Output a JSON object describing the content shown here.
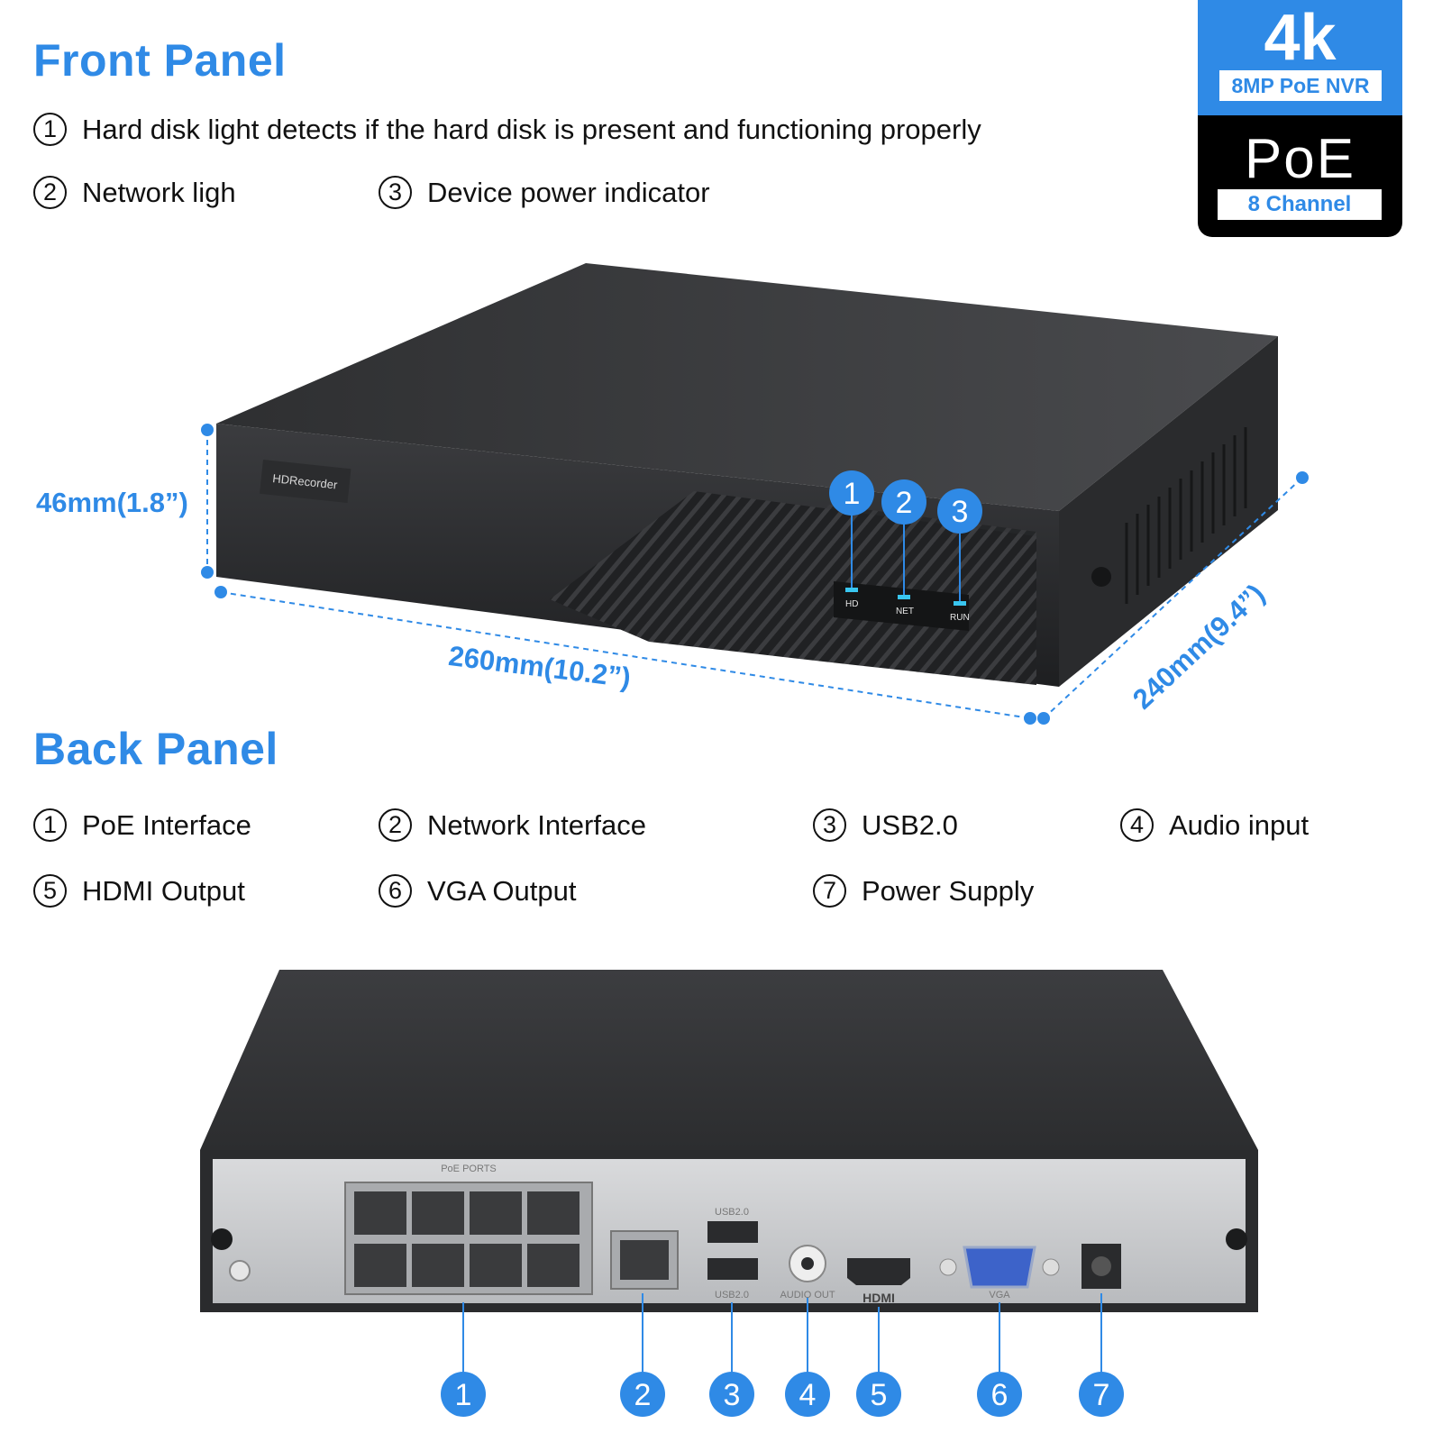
{
  "front_panel": {
    "title": "Front Panel",
    "items": [
      {
        "num": "1",
        "label": "Hard disk light detects if the hard disk is present and functioning properly"
      },
      {
        "num": "2",
        "label": "Network ligh"
      },
      {
        "num": "3",
        "label": "Device power indicator"
      }
    ]
  },
  "badge": {
    "resolution": "4k",
    "model": "8MP PoE NVR",
    "poe": "PoE",
    "channels": "8 Channel"
  },
  "front_device": {
    "brand": "HDRecorder",
    "leds": [
      "HD",
      "NET",
      "RUN"
    ],
    "callouts": [
      "1",
      "2",
      "3"
    ]
  },
  "dimensions": {
    "height": "46mm(1.8”)",
    "width": "260mm(10.2”)",
    "depth": "240mm(9.4”)"
  },
  "back_panel": {
    "title": "Back Panel",
    "items": [
      {
        "num": "1",
        "label": "PoE Interface"
      },
      {
        "num": "2",
        "label": "Network Interface"
      },
      {
        "num": "3",
        "label": "USB2.0"
      },
      {
        "num": "4",
        "label": "Audio input"
      },
      {
        "num": "5",
        "label": "HDMI Output"
      },
      {
        "num": "6",
        "label": "VGA Output"
      },
      {
        "num": "7",
        "label": "Power Supply"
      }
    ]
  },
  "back_device": {
    "poe_ports_label": "PoE PORTS",
    "usb_label": "USB2.0",
    "audio_label": "AUDIO OUT",
    "hdmi_label": "HDMI",
    "vga_label": "VGA",
    "callouts": [
      "1",
      "2",
      "3",
      "4",
      "5",
      "6",
      "7"
    ]
  },
  "colors": {
    "accent": "#2f8ae6",
    "device": "#3a3b3d",
    "panel": "#c9cbce"
  }
}
